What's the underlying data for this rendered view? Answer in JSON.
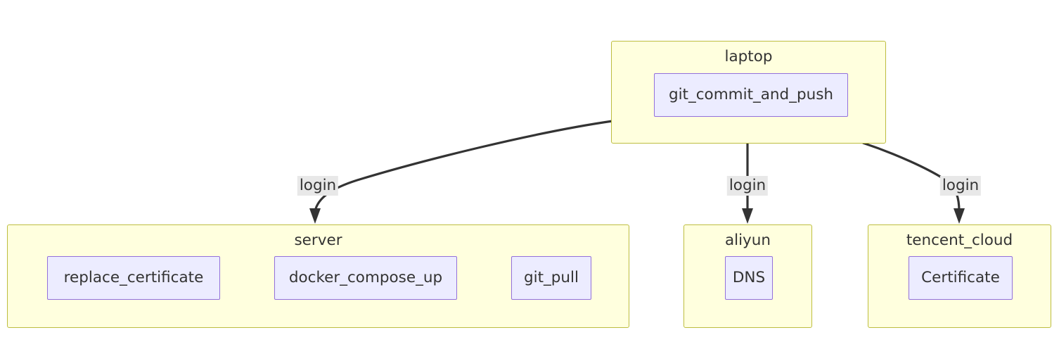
{
  "diagram": {
    "type": "flowchart",
    "direction": "top-down",
    "background": "#ffffff",
    "theme": {
      "cluster_fill": "#ffffde",
      "cluster_stroke": "#bdbd3f",
      "node_fill": "#ececff",
      "node_stroke": "#9370db",
      "text_color": "#333333",
      "edge_stroke": "#333333",
      "edge_label_background": "#e8e8e8"
    },
    "clusters": [
      {
        "id": "laptop",
        "title": "laptop",
        "nodes": [
          {
            "id": "git_commit_and_push",
            "label": "git_commit_and_push"
          }
        ]
      },
      {
        "id": "server",
        "title": "server",
        "nodes": [
          {
            "id": "replace_certificate",
            "label": "replace_certificate"
          },
          {
            "id": "docker_compose_up",
            "label": "docker_compose_up"
          },
          {
            "id": "git_pull",
            "label": "git_pull"
          }
        ]
      },
      {
        "id": "aliyun",
        "title": "aliyun",
        "nodes": [
          {
            "id": "DNS",
            "label": "DNS"
          }
        ]
      },
      {
        "id": "tencent_cloud",
        "title": "tencent_cloud",
        "nodes": [
          {
            "id": "Certificate",
            "label": "Certificate"
          }
        ]
      }
    ],
    "edges": [
      {
        "id": "laptop-to-server",
        "from": "laptop",
        "to": "server",
        "label": "login"
      },
      {
        "id": "laptop-to-aliyun",
        "from": "laptop",
        "to": "aliyun",
        "label": "login"
      },
      {
        "id": "laptop-to-tencent_cloud",
        "from": "laptop",
        "to": "tencent_cloud",
        "label": "login"
      }
    ]
  }
}
